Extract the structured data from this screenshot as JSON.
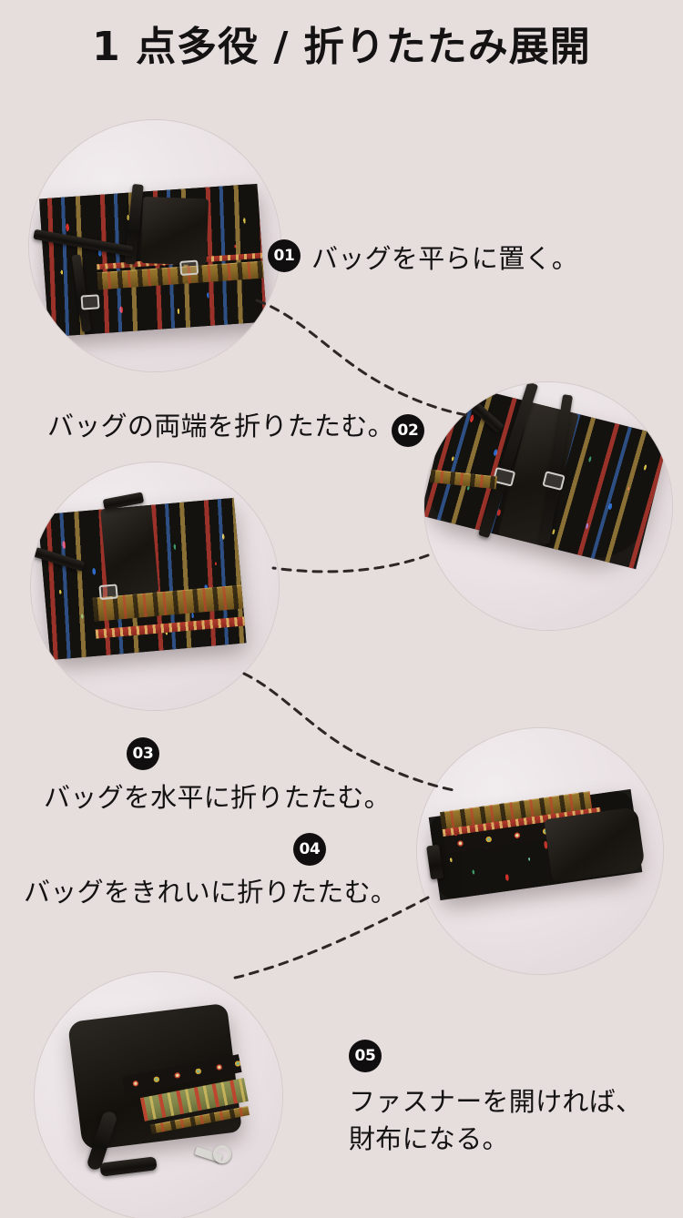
{
  "page": {
    "title": "1 点多役 / 折りたたみ展開",
    "background_color": "#e6dedd",
    "circle_color": "#ece5e6",
    "badge_color": "#100e0e",
    "text_color": "#141212",
    "connector_color": "#2c2624"
  },
  "steps": [
    {
      "number": "01",
      "text": "バッグを平らに置く。",
      "photo_alt": "flat-bag-photo"
    },
    {
      "number": "02",
      "text": "バッグの両端を折りたたむ。",
      "photo_alt": "ends-folded-bag-photo"
    },
    {
      "number": "03",
      "text": "バッグを水平に折りたたむ。",
      "photo_alt": "horizontally-folded-bag-photo"
    },
    {
      "number": "04",
      "text": "バッグをきれいに折りたたむ。",
      "photo_alt": "neatly-folded-bag-photo"
    },
    {
      "number": "05",
      "text": "ファスナーを開ければ、\n財布になる。",
      "photo_alt": "zipped-wallet-photo"
    }
  ]
}
